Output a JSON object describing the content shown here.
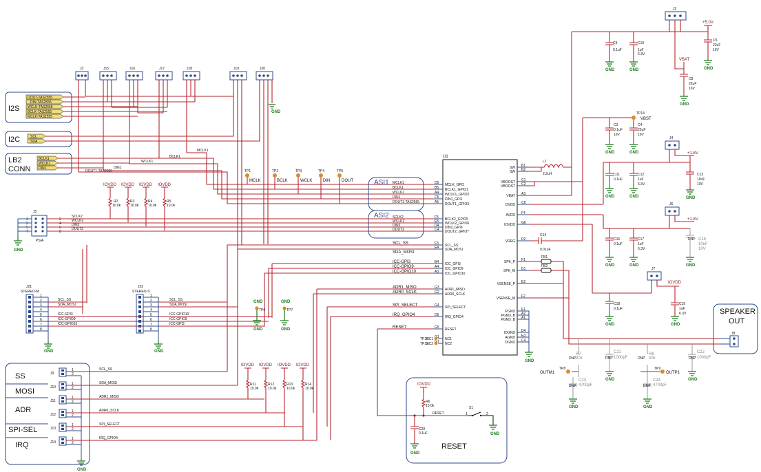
{
  "labels": {
    "i2s": "I2S",
    "i2c": "I2C",
    "lb2": "LB2",
    "conn": "CONN",
    "asi1": "ASI1",
    "asi2": "ASI2",
    "speaker": "SPEAKER",
    "out": "OUT",
    "reset": "RESET",
    "ss": "SS",
    "mosi": "MOSI",
    "adr": "ADR",
    "spisel": "SPI-SEL",
    "irq": "IRQ"
  },
  "i2s_ports": [
    "DOUT-TAS2555",
    "DIN-TAS2555",
    "WCLK-TAS2555",
    "BCLK-TAS2555",
    "MCLK-TAS2555"
  ],
  "i2c_ports": [
    "SCL",
    "SDA"
  ],
  "lb2_ports": [
    "BCLK1",
    "WCLK1",
    "DIN1"
  ],
  "headers_top": [
    "J3",
    "J15",
    "J16",
    "J17",
    "J18",
    "J19",
    "J20"
  ],
  "top_nets": {
    "mclk1": "MCLK1",
    "bclk1": "BCLK1",
    "wclk1": "WCLK1",
    "din1": "DIN1",
    "dout1": "DOUT1-TAS2555"
  },
  "testpoints": [
    {
      "ref": "TP1",
      "net": "MCLK"
    },
    {
      "ref": "TP2",
      "net": "BCLK"
    },
    {
      "ref": "TP3",
      "net": "WCLK"
    },
    {
      "ref": "TP4",
      "net": "DIN"
    },
    {
      "ref": "TP5",
      "net": "DOUT"
    }
  ],
  "pullups_left": [
    {
      "supply": "IOVDD",
      "ref": "R2",
      "val": "10.0k"
    },
    {
      "supply": "IOVDD",
      "ref": "R3",
      "val": "10.0k"
    },
    {
      "supply": "IOVDD",
      "ref": "R4",
      "val": "10.0k"
    },
    {
      "supply": "IOVDD",
      "ref": "R5",
      "val": "10.0k"
    }
  ],
  "j5": {
    "ref": "J5",
    "name": "PSIA",
    "pins_left": [
      "1",
      "3",
      "5",
      "7"
    ],
    "pins_right": [
      "2",
      "4",
      "6",
      "8"
    ],
    "nets": [
      "SCLK2",
      "WCLK2",
      "DIN2",
      "DOUT2"
    ]
  },
  "u1": {
    "ref": "U1",
    "left_pins": [
      {
        "net": "MCLK1",
        "ball": "D5",
        "name": "MCLK_GPI2"
      },
      {
        "net": "BCLK1",
        "ball": "B5",
        "name": "BCLK1_GPIO1"
      },
      {
        "net": "WCLK1",
        "ball": "A4",
        "name": "WCLK1_GPIO2"
      },
      {
        "net": "DIN1",
        "ball": "C5",
        "name": "DIN1_GPI1"
      },
      {
        "net": "DOUT1-TAS2555",
        "ball": "A5",
        "name": "DOUT1_GPIO3"
      },
      {
        "net": "SCLK2",
        "ball": "F5",
        "name": "BCLK2_GPIO5"
      },
      {
        "net": "WCLK2",
        "ball": "E5",
        "name": "WCLK2_GPIO6"
      },
      {
        "net": "DIN2",
        "ball": "D4",
        "name": "DIN2_GPI6"
      },
      {
        "net": "DOUT2",
        "ball": "C4",
        "name": "DOUT2_GPIO7"
      },
      {
        "net": "SCL_SS",
        "ball": "F3",
        "name": "SCL_SS"
      },
      {
        "net": "SDA_MOSI",
        "ball": "E4",
        "name": "SDA_MOSI"
      },
      {
        "net": "ICC-GPI3",
        "ball": "B4",
        "name": "ICC_GPI3"
      },
      {
        "net": "ICC-GPIO9",
        "ball": "A4",
        "name": "ICC_GPIO9"
      },
      {
        "net": "ICC-GPIO10",
        "ball": "A3",
        "name": "ICC_GPIO10"
      },
      {
        "net": "ADR1_MISO",
        "ball": "G3",
        "name": "ADR1_MISO"
      },
      {
        "net": "ADR0_SCLK",
        "ball": "G2",
        "name": "ADR0_SCLK"
      },
      {
        "net": "SPI_SELECT",
        "ball": "G4",
        "name": "SPI_SELECT"
      },
      {
        "net": "IRQ_GPIO4",
        "ball": "D5",
        "name": "IRQ_GPIO4"
      },
      {
        "net": "RESET",
        "ball": "G5",
        "name": "RESET"
      },
      {
        "net": "TP10",
        "ball": "G1",
        "name": "NC1"
      },
      {
        "net": "TP11",
        "ball": "G7",
        "name": "NC2"
      }
    ],
    "right_pins": [
      {
        "name": "SW",
        "ball": "B1"
      },
      {
        "name": "SW",
        "ball": "B2"
      },
      {
        "name": "VBOOST",
        "ball": "C1"
      },
      {
        "name": "VBOOST",
        "ball": "C2"
      },
      {
        "name": "VBAT",
        "ball": "A3"
      },
      {
        "name": "DVDD",
        "ball": "C6"
      },
      {
        "name": "AVDD",
        "ball": "F4"
      },
      {
        "name": "IOVDD",
        "ball": "G6"
      },
      {
        "name": "VREG",
        "ball": "D2"
      },
      {
        "name": "SPK_P",
        "ball": "F1"
      },
      {
        "name": "SPK_M",
        "ball": "D1"
      },
      {
        "name": "VSENSE_P",
        "ball": "E2"
      },
      {
        "name": "VSENSE_M",
        "ball": "F2"
      },
      {
        "name": "PGND",
        "ball": "E1"
      },
      {
        "name": "PGND_B",
        "ball": "A2"
      },
      {
        "name": "PGND_B",
        "ball": "A1"
      },
      {
        "name": "IOGND",
        "ball": "D4"
      },
      {
        "name": "AGND",
        "ball": "E3"
      },
      {
        "name": "DGND",
        "ball": "C4"
      }
    ],
    "nc_labels": [
      "NC1",
      "NC2"
    ]
  },
  "power": {
    "j2": "J2",
    "v5": "+5.0V",
    "vbat": "VBAT",
    "vbst": "VBST",
    "tp14": "TP14",
    "j4": "J4",
    "j6": "J6",
    "j7": "J7",
    "v18a": "+1.8V",
    "v18b": "+1.8V",
    "iovdd": "IOVDD",
    "l1_ref": "L1",
    "l1_val": "2.2uH",
    "c14_ref": "C14",
    "c14_val": "0.01uF",
    "fb1": "FB1",
    "fb2": "FB2",
    "j8": "J8"
  },
  "caps": [
    {
      "ref": "C9",
      "val": "0.1uF",
      "v": ""
    },
    {
      "ref": "C10",
      "val": "1uF",
      "v": "6.3V"
    },
    {
      "ref": "C5",
      "val": "22uF",
      "v": "16V"
    },
    {
      "ref": "C8",
      "val": "22uF",
      "v": "16V"
    },
    {
      "ref": "C3",
      "val": "0.1uF",
      "v": "16V"
    },
    {
      "ref": "C4",
      "val": "22uF",
      "v": "16V"
    },
    {
      "ref": "C11",
      "val": "0.1uF",
      "v": ""
    },
    {
      "ref": "C12",
      "val": "1uF",
      "v": "6.3V"
    },
    {
      "ref": "C13",
      "val": "10uF",
      "v": "10V"
    },
    {
      "ref": "C16",
      "val": "0.1uF",
      "v": ""
    },
    {
      "ref": "C17",
      "val": "1uF",
      "v": "6.3V"
    },
    {
      "ref": "C15",
      "val": "10uF",
      "v": "10V"
    },
    {
      "ref": "C18",
      "val": "0.1uF",
      "v": ""
    },
    {
      "ref": "C19",
      "val": "1uF",
      "v": "6.3V"
    }
  ],
  "dnp_parts": [
    {
      "ref": "R7",
      "val": "20k"
    },
    {
      "ref": "C21",
      "val": "1000pF"
    },
    {
      "ref": "R8",
      "val": "20k"
    },
    {
      "ref": "C22",
      "val": "1000pF"
    },
    {
      "ref": "C23",
      "val": "4700pF"
    },
    {
      "ref": "C24",
      "val": "4700pF"
    }
  ],
  "dnp_word": "DNP",
  "outm": "OUTM1",
  "tp8": "TP8",
  "outp": "OUTP1",
  "tp9": "TP9",
  "j21": {
    "ref": "J21",
    "name": "STEREO-M",
    "pins": [
      "1",
      "2",
      "3",
      "4",
      "5",
      "6",
      "7",
      "8"
    ],
    "nets": [
      "SCL_SS",
      "SDA_MOSI",
      "ICC-GPI3",
      "ICC-GPIO9",
      "ICC-GPIO10"
    ]
  },
  "j22": {
    "ref": "J22",
    "name": "STEREO-S",
    "pins": [
      "1",
      "2",
      "3",
      "4",
      "5",
      "6",
      "7",
      "8"
    ],
    "nets": [
      "SCL_SS",
      "SDA_MOSI",
      "ICC-GPIO10",
      "ICC-GPIO9",
      "ICC-GPI3"
    ]
  },
  "tp6": "TP6",
  "tp7": "TP7",
  "gnd": "GND",
  "jumpers_bottom": [
    "J9",
    "J10",
    "J11",
    "J12",
    "J13",
    "J14"
  ],
  "bottom_nets": [
    "SCL_SS",
    "SDA_MOSI",
    "ADR1_MISO",
    "ADR0_SCLK",
    "SPI_SELECT",
    "IRQ_GPIO4"
  ],
  "pullups_bottom": [
    {
      "supply": "IOVDD",
      "ref": "R11",
      "val": "10.0k"
    },
    {
      "supply": "IOVDD",
      "ref": "R12",
      "val": "10.0k"
    },
    {
      "supply": "IOVDD",
      "ref": "R13",
      "val": "10.0k"
    },
    {
      "supply": "IOVDD",
      "ref": "R14",
      "val": "10.0k"
    }
  ],
  "reset_block": {
    "supply": "IOVDD",
    "r_ref": "R6",
    "r_val": "10.0k",
    "c_ref": "C20",
    "c_val": "0.1uF",
    "s_ref": "S1",
    "net": "RESET",
    "pin1": "1",
    "pin2": "2"
  }
}
